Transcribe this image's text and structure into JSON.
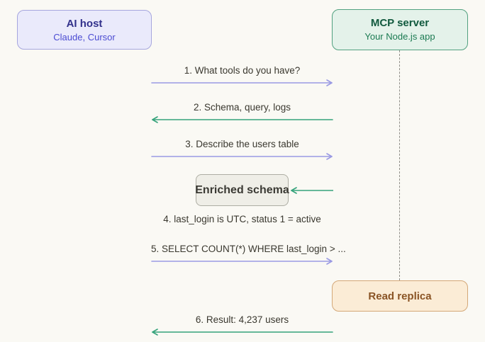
{
  "colors": {
    "canvas-bg": "#faf9f4",
    "arrow-purple": "#9a9ae3",
    "arrow-green": "#35a37b",
    "lifeline-gray": "#908f89",
    "label-text": "#3a382f",
    "ai-box-bg": "#eaeafb",
    "ai-box-border": "#a6a6de",
    "ai-title": "#32318b",
    "ai-subtitle": "#4b4bd2",
    "mcp-box-bg": "#e4f2ea",
    "mcp-box-border": "#52a180",
    "mcp-title": "#11593e",
    "mcp-subtitle": "#1b7a52",
    "schema-box-bg": "#efeee7",
    "schema-box-border": "#adada3",
    "schema-text": "#3b3a34",
    "replica-box-bg": "#fbecd6",
    "replica-box-border": "#d4a878",
    "replica-text": "#8a5425"
  },
  "actors": {
    "ai_host": {
      "title": "AI host",
      "subtitle": "Claude, Cursor"
    },
    "mcp_server": {
      "title": "MCP server",
      "subtitle": "Your Node.js app"
    }
  },
  "nodes": {
    "enriched_schema": {
      "label": "Enriched schema"
    },
    "read_replica": {
      "label": "Read replica"
    }
  },
  "messages": [
    {
      "label": "1. What tools do you have?",
      "direction": "right",
      "color": "purple"
    },
    {
      "label": "2. Schema, query, logs",
      "direction": "left",
      "color": "green"
    },
    {
      "label": "3. Describe the users table",
      "direction": "right",
      "color": "purple"
    },
    {
      "label": "4. last_login is UTC, status 1 = active",
      "direction": "none",
      "color": "none"
    },
    {
      "label": "5. SELECT COUNT(*) WHERE last_login > ...",
      "direction": "right",
      "color": "purple"
    },
    {
      "label": "6. Result: 4,237 users",
      "direction": "left",
      "color": "green"
    }
  ]
}
